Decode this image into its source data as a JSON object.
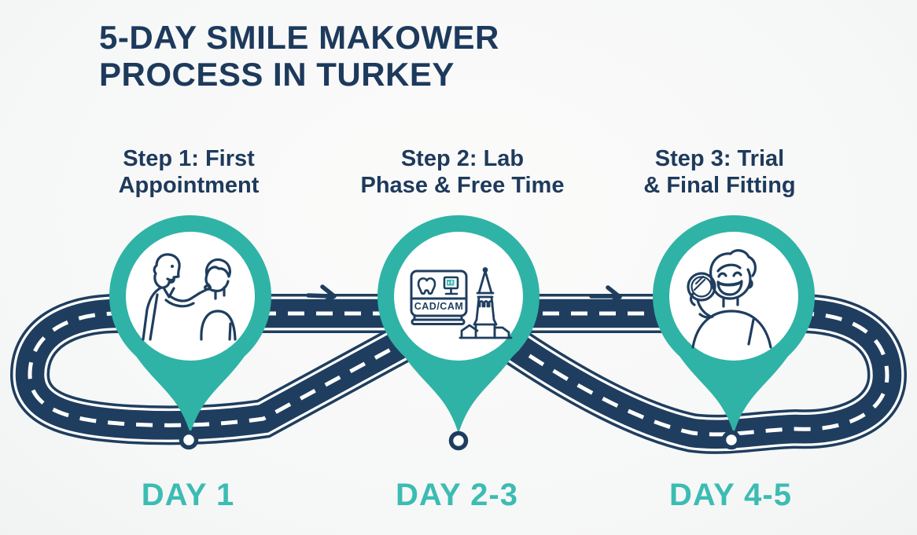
{
  "title": {
    "line1": "5-DAY SMILE MAKOWER",
    "line2": "PROCESS IN TURKEY"
  },
  "steps": [
    {
      "step_label_line1": "Step 1: First",
      "step_label_line2": "Appointment",
      "day_label": "DAY 1",
      "icon": "dentist-patient-exam-icon"
    },
    {
      "step_label_line1": "Step 2: Lab",
      "step_label_line2": "Phase & Free Time",
      "day_label": "DAY 2-3",
      "icon": "cadcam-machine-galata-tower-icon",
      "icon_text": "CAD/CAM"
    },
    {
      "step_label_line1": "Step 3: Trial",
      "step_label_line2": "& Final Fitting",
      "day_label": "DAY 4-5",
      "icon": "smiling-patient-mirror-icon"
    }
  ],
  "colors": {
    "navy_text": "#1d3a5c",
    "road_navy": "#1f3e5f",
    "pin_teal": "#2fb3a6",
    "day_teal": "#3cbcb2",
    "background": "#f7f8f7",
    "white": "#ffffff"
  }
}
